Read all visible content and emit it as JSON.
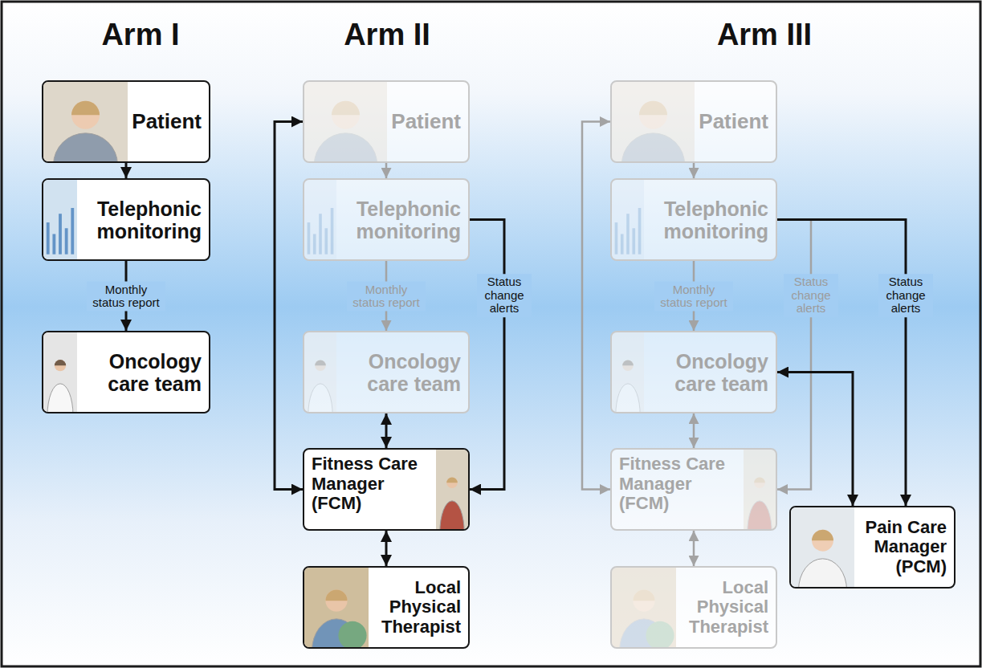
{
  "diagram": {
    "nodes": [
      {
        "text": [
          "Patient"
        ]
      },
      {
        "text": [
          "Telephonic monitoring"
        ]
      },
      {
        "text": [
          "Oncology care team"
        ]
      },
      {
        "text": [
          "Patient"
        ]
      },
      {
        "text": [
          "Telephonic monitoring"
        ]
      },
      {
        "text": [
          "Oncology care team"
        ]
      },
      {
        "text": [
          "Fitness Care Manager (FCM)"
        ]
      },
      {
        "text": [
          "Local Physical Therapist"
        ]
      },
      {
        "text": [
          "Patient"
        ]
      },
      {
        "text": [
          "Telephonic monitoring"
        ]
      },
      {
        "text": [
          "Oncology care team"
        ]
      },
      {
        "text": [
          "Fitness Care Manager (FCM)"
        ]
      },
      {
        "text": [
          "Local Physical Therapist"
        ]
      },
      {
        "text": [
          "Pain Care Manager (PCM)"
        ]
      }
    ],
    "edges": [
      {
        "from": 0,
        "to": 1,
        "arrow": "to"
      },
      {
        "from": 1,
        "to": 2,
        "label": "Monthly status report",
        "arrow": "to"
      },
      {
        "from": 3,
        "to": 4,
        "arrow": "to"
      },
      {
        "from": 4,
        "to": 5,
        "label": "Monthly status report",
        "arrow": "to"
      },
      {
        "from": 4,
        "to": 6,
        "label": "Status change alerts",
        "arrow": "to"
      },
      {
        "from": 5,
        "to": 6,
        "arrow": "both"
      },
      {
        "from": 6,
        "to": 7,
        "arrow": "both"
      },
      {
        "from": 6,
        "to": 3,
        "arrow": "both"
      },
      {
        "from": 8,
        "to": 9,
        "arrow": "to"
      },
      {
        "from": 9,
        "to": 10,
        "label": "Monthly status report",
        "arrow": "to"
      },
      {
        "from": 9,
        "to": 11,
        "label": "Status change alerts",
        "arrow": "to"
      },
      {
        "from": 9,
        "to": 13,
        "label": "Status change alerts",
        "arrow": "to"
      },
      {
        "from": 10,
        "to": 11,
        "arrow": "both"
      },
      {
        "from": 11,
        "to": 12,
        "arrow": "both"
      },
      {
        "from": 11,
        "to": 8,
        "arrow": "both"
      },
      {
        "from": 10,
        "to": 13,
        "arrow": "both"
      }
    ],
    "labels": [
      "Arm I",
      "Arm II",
      "Arm III"
    ]
  }
}
